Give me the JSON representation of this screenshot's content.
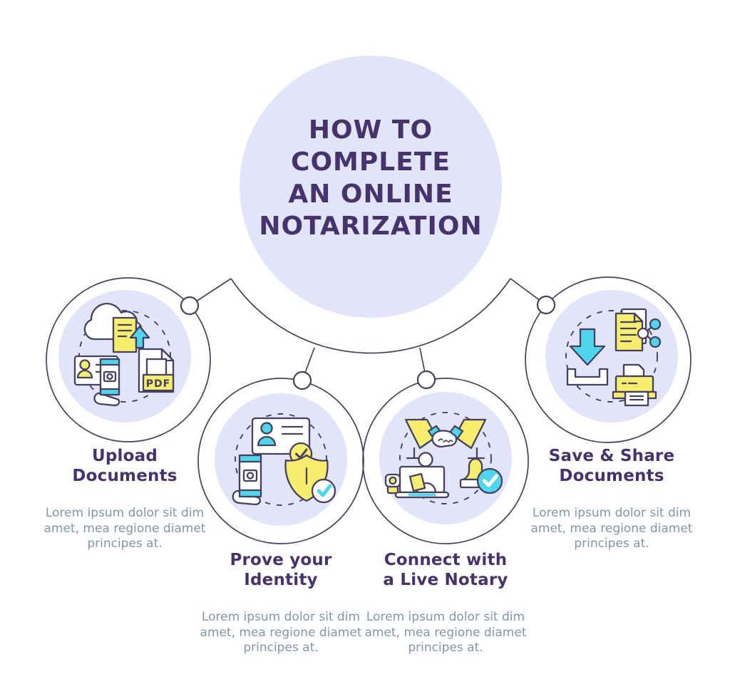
{
  "title": "HOW TO\nCOMPLETE\nAN ONLINE\nNOTARIZATION",
  "steps": [
    {
      "heading": "Upload\nDocuments",
      "body": "Lorem ipsum dolor sit dim\namet, mea regione diamet\nprincipes at.",
      "icon": "cloud-upload-documents"
    },
    {
      "heading": "Prove your\nIdentity",
      "body": "Lorem ipsum dolor sit dim\namet, mea regione diamet\nprincipes at.",
      "icon": "identity-check-shield"
    },
    {
      "heading": "Connect with\na Live Notary",
      "body": "Lorem ipsum dolor sit dim\namet, mea regione diamet\nprincipes at.",
      "icon": "handshake-video-stamp"
    },
    {
      "heading": "Save & Share\nDocuments",
      "body": "Lorem ipsum dolor sit dim\namet, mea regione diamet\nprincipes at.",
      "icon": "download-share-print"
    }
  ],
  "icons": {
    "pdf_label": "PDF"
  },
  "colors": {
    "background": "#ffffff",
    "lavender": "#e2e4f9",
    "ink": "#45405f",
    "purple": "#46336c",
    "body-text": "#8295b2",
    "yellow": "#f6ec6e",
    "cyan": "#4fd5ee"
  }
}
